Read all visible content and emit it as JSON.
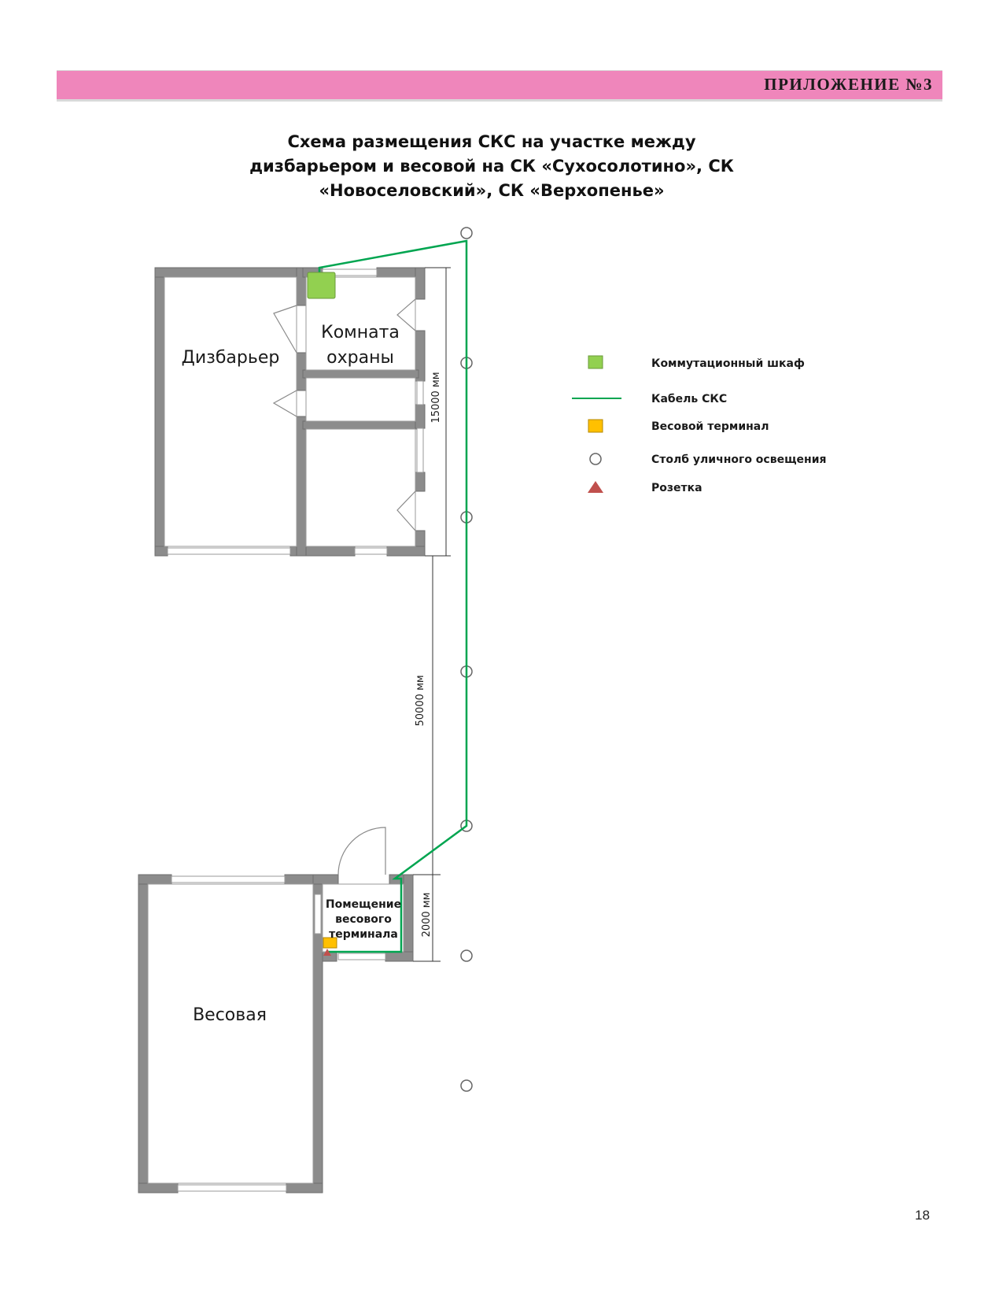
{
  "header": {
    "appendix": "ПРИЛОЖЕНИЕ №3"
  },
  "title": {
    "line1": "Схема размещения СКС на участке между",
    "line2": "дизбарьером и весовой на СК «Сухосолотино», СК",
    "line3": "«Новоселовский», СК «Верхопенье»"
  },
  "rooms": {
    "dizbarrier": "Дизбарьер",
    "guard_room_line1": "Комната",
    "guard_room_line2": "охраны",
    "scales": "Весовая",
    "terminal_room_line1": "Помещение",
    "terminal_room_line2": "весового",
    "terminal_room_line3": "терминала"
  },
  "dimensions": {
    "d1": "15000 мм",
    "d2": "50000 мм",
    "d3": "2000 мм"
  },
  "legend": [
    {
      "label": "Коммутационный шкаф",
      "symbol": "green-square"
    },
    {
      "label": "Кабель СКС",
      "symbol": "green-line"
    },
    {
      "label": "Весовой терминал",
      "symbol": "yellow-square"
    },
    {
      "label": "Столб уличного освещения",
      "symbol": "circle"
    },
    {
      "label": "Розетка",
      "symbol": "red-triangle"
    }
  ],
  "colors": {
    "banner": "#ef86bb",
    "wall": "#8c8c8c",
    "cable": "#00a550",
    "switch_cabinet": "#92d050",
    "terminal": "#ffc000",
    "socket": "#c0504d"
  },
  "page_number": "18"
}
